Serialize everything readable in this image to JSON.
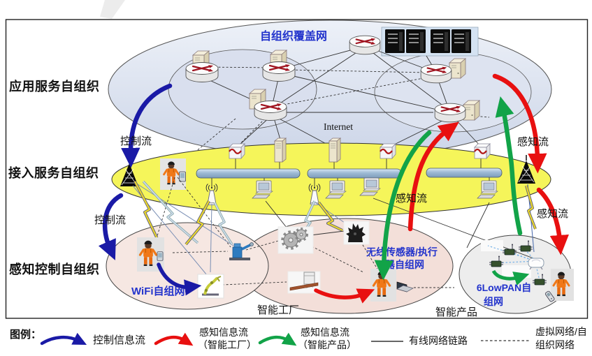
{
  "layers": {
    "app": "应用服务自组织",
    "access": "接入服务自组织",
    "perception": "感知控制自组织"
  },
  "labels": {
    "overlay_net": "自组织覆盖网",
    "internet": "Internet",
    "control_flow": "控制流",
    "sense_flow": "感知流",
    "wifi_net": "WiFi自组网",
    "wsn_line1": "无线传感器/执行",
    "wsn_line2": "器自组网",
    "lowpan_line1": "6LowPAN自",
    "lowpan_line2": "组网",
    "smart_factory": "智能工厂",
    "smart_product": "智能产品"
  },
  "legend": {
    "title": "图例：",
    "control_label": "控制信息流",
    "sense_factory_label": "感知信息流",
    "sense_factory_label2": "（智能工厂）",
    "sense_product_label": "感知信息流",
    "sense_product_label2": "（智能产品）",
    "wired_label": "有线网络链路",
    "virtual_label": "虚拟网络/自",
    "virtual_label2": "组织网络"
  },
  "colors": {
    "control_flow": "#1a1aa6",
    "sense_flow_factory": "#e81010",
    "sense_flow_product": "#12a348",
    "access_layer_fill": "#f5f55a",
    "app_layer_fill": "#e3e8f2",
    "factory_zone_fill": "#f3dfd9",
    "wifi_zone_fill": "#f6e7e2",
    "product_zone_fill": "#ededed",
    "highlight_text": "#2233cc"
  }
}
